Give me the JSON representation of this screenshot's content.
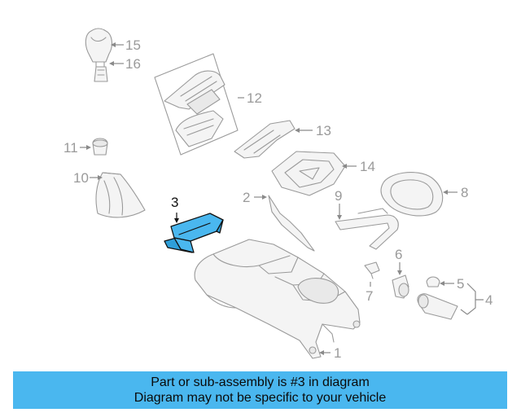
{
  "callouts": {
    "n1": "1",
    "n2": "2",
    "n3": "3",
    "n4": "4",
    "n5": "5",
    "n6": "6",
    "n7": "7",
    "n8": "8",
    "n9": "9",
    "n10": "10",
    "n11": "11",
    "n12": "12",
    "n13": "13",
    "n14": "14",
    "n15": "15",
    "n16": "16"
  },
  "highlight": {
    "part": "3",
    "color": "#4ab7ef"
  },
  "banner": {
    "line1": "Part or sub-assembly is #3 in diagram",
    "line2": "Diagram may not be specific to your vehicle",
    "color": "#4ab7ef"
  }
}
